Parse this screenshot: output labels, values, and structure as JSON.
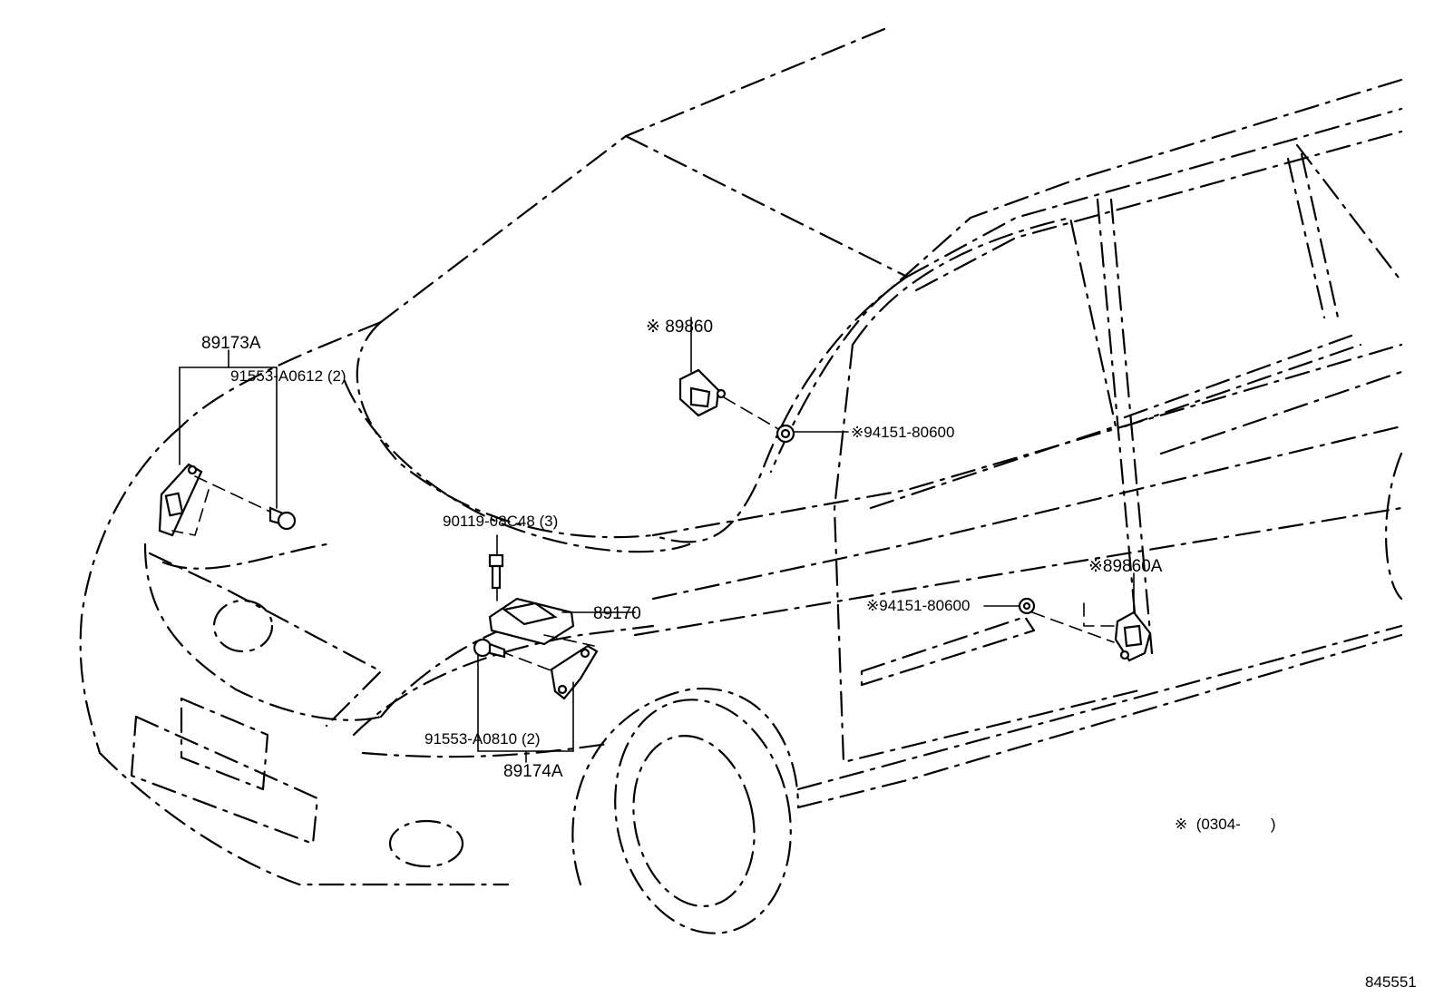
{
  "labels": {
    "p89173a": "89173A",
    "p91553_a0612": "91553-A0612 (2)",
    "p89860": "※ 89860",
    "p94151_top": "※94151-80600",
    "p90119": "90119-08C48 (3)",
    "p89170": "89170",
    "p91553_a0810": "91553-A0810 (2)",
    "p89174a": "89174A",
    "p89860a": "※89860A",
    "p94151_side": "※94151-80600",
    "note": "※  (0304-       )",
    "diagram_id": "845551"
  }
}
